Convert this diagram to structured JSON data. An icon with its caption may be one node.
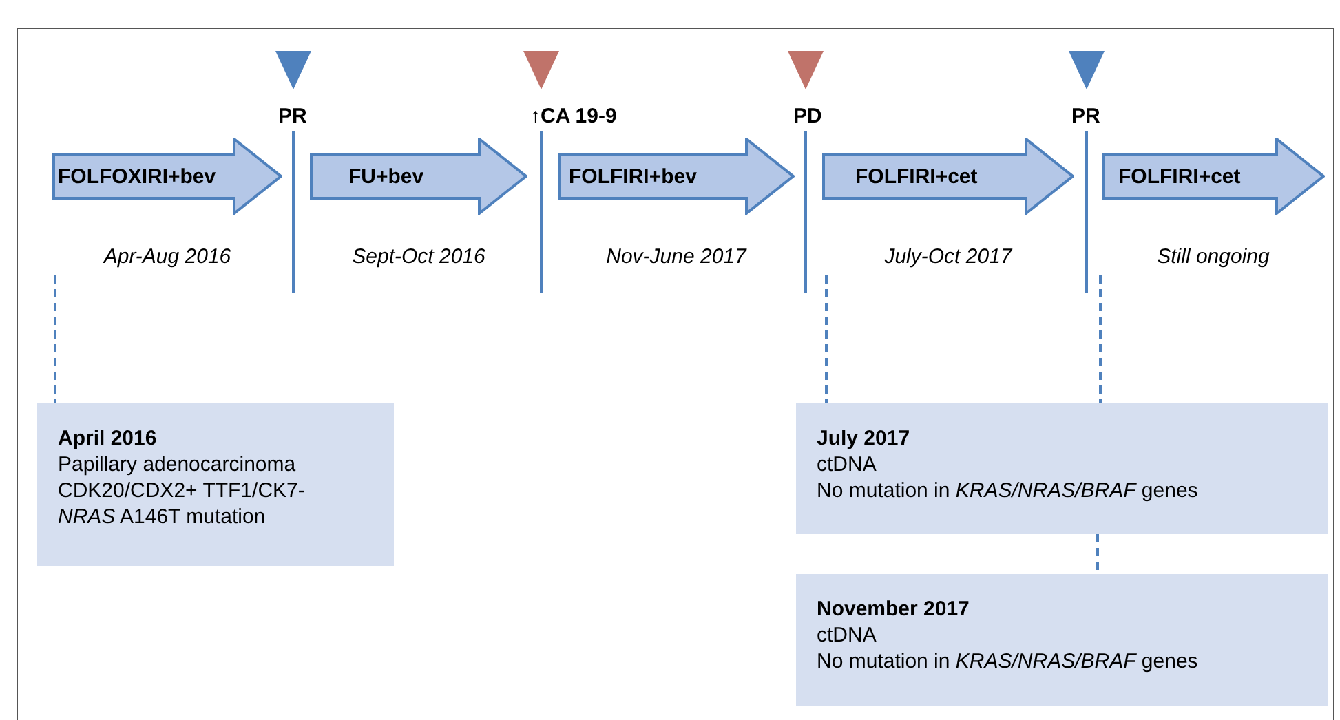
{
  "diagram": {
    "nodes": [
      {
        "text": [
          "FOLFOXIRI+bev"
        ],
        "beside": [
          "Apr-Aug 2016"
        ]
      },
      {
        "text": [
          "FU+bev"
        ],
        "beside": [
          "Sept-Oct 2016"
        ]
      },
      {
        "text": [
          "FOLFIRI+bev"
        ],
        "beside": [
          "Nov-June 2017"
        ]
      },
      {
        "text": [
          "FOLFIRI+cet"
        ],
        "beside": [
          "July-Oct 2017"
        ]
      },
      {
        "text": [
          "FOLFIRI+cet"
        ],
        "beside": [
          "Still ongoing"
        ]
      },
      {
        "text": [
          "April 2016",
          "Papillary adenocarcinoma",
          "CDK20/CDX2+ TTF1/CK7-",
          "*NRAS* A146T mutation"
        ]
      },
      {
        "text": [
          "July 2017",
          "ctDNA",
          "No mutation in *KRAS/NRAS/BRAF* genes"
        ]
      },
      {
        "text": [
          "November 2017",
          "ctDNA",
          "No mutation in *KRAS/NRAS/BRAF* genes"
        ]
      }
    ],
    "edges": [
      {
        "from": 0,
        "to": 5,
        "arrow": "none",
        "style": "dashed"
      },
      {
        "from": 3,
        "to": 6,
        "arrow": "none",
        "style": "dashed"
      },
      {
        "from": 4,
        "to": 6,
        "arrow": "none",
        "style": "dashed"
      },
      {
        "from": 6,
        "to": 7,
        "arrow": "none",
        "style": "dashed"
      }
    ],
    "labels": [
      "PR",
      "↑CA 19-9",
      "PD",
      "PR"
    ]
  }
}
